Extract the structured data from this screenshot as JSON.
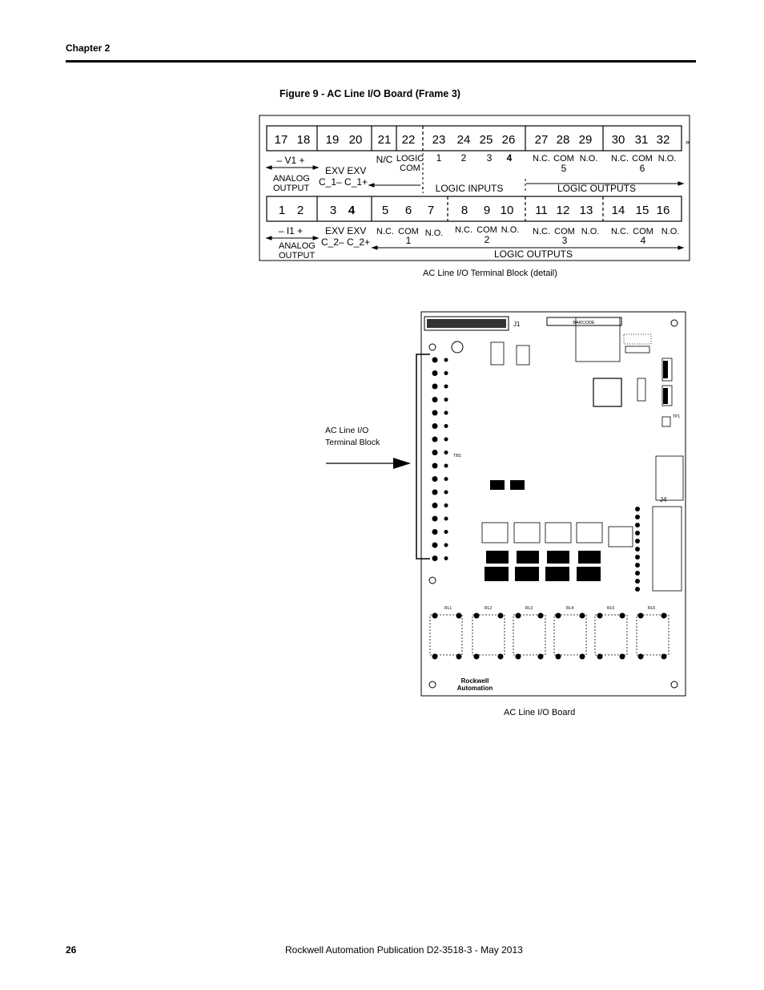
{
  "header": {
    "chapter": "Chapter 2"
  },
  "figure": {
    "title": "Figure 9 - AC Line I/O Board (Frame 3)",
    "detail_caption": "AC Line I/O Terminal Block (detail)",
    "board_caption": "AC Line I/O Board",
    "callout_line1": "AC Line I/O",
    "callout_line2": "Terminal Block"
  },
  "terminal_block": {
    "top_row_numbers": [
      "17",
      "18",
      "19",
      "20",
      "21",
      "22",
      "23",
      "24",
      "25",
      "26",
      "27",
      "28",
      "29",
      "30",
      "31",
      "32"
    ],
    "top_labels": {
      "v1": "– V1 +",
      "analog_output": [
        "ANALOG",
        "OUTPUT"
      ],
      "exv1": [
        "EXV EXV",
        "C_1– C_1+"
      ],
      "nc": "N/C",
      "logic_com": [
        "LOGIC",
        "COM"
      ],
      "logic_inputs_nums": [
        "1",
        "2",
        "3",
        "4"
      ],
      "logic_inputs": "LOGIC INPUTS",
      "relay5": [
        "N.C.",
        "COM",
        "N.O.",
        "5"
      ],
      "relay6": [
        "N.C.",
        "COM",
        "N.O.",
        "6"
      ],
      "logic_outputs": "LOGIC OUTPUTS"
    },
    "bottom_row_numbers": [
      "1",
      "2",
      "3",
      "4",
      "5",
      "6",
      "7",
      "8",
      "9",
      "10",
      "11",
      "12",
      "13",
      "14",
      "15",
      "16"
    ],
    "bottom_labels": {
      "i1": "– I1 +",
      "analog_output": [
        "ANALOG",
        "OUTPUT"
      ],
      "exv2": [
        "EXV EXV",
        "C_2– C_2+"
      ],
      "relay1": [
        "N.C.",
        "COM",
        "N.O.",
        "1"
      ],
      "relay2": [
        "N.C.",
        "COM",
        "N.O.",
        "2"
      ],
      "relay3": [
        "N.C.",
        "COM",
        "N.O.",
        "3"
      ],
      "relay4": [
        "N.C.",
        "COM",
        "N.O.",
        "4"
      ],
      "logic_outputs": "LOGIC OUTPUTS"
    }
  },
  "board": {
    "labels": {
      "j1": "J1",
      "barcode": "BARCODE",
      "j4": "J4",
      "tb1": "TB1",
      "tp1": "TP1",
      "relays": [
        "RL1",
        "RL2",
        "RL3",
        "RL4",
        "RL5",
        "RL6"
      ],
      "logo": [
        "Rockwell",
        "Automation"
      ]
    }
  },
  "footer": {
    "page_number": "26",
    "publication": "Rockwell Automation Publication D2-3518-3 - May 2013"
  }
}
